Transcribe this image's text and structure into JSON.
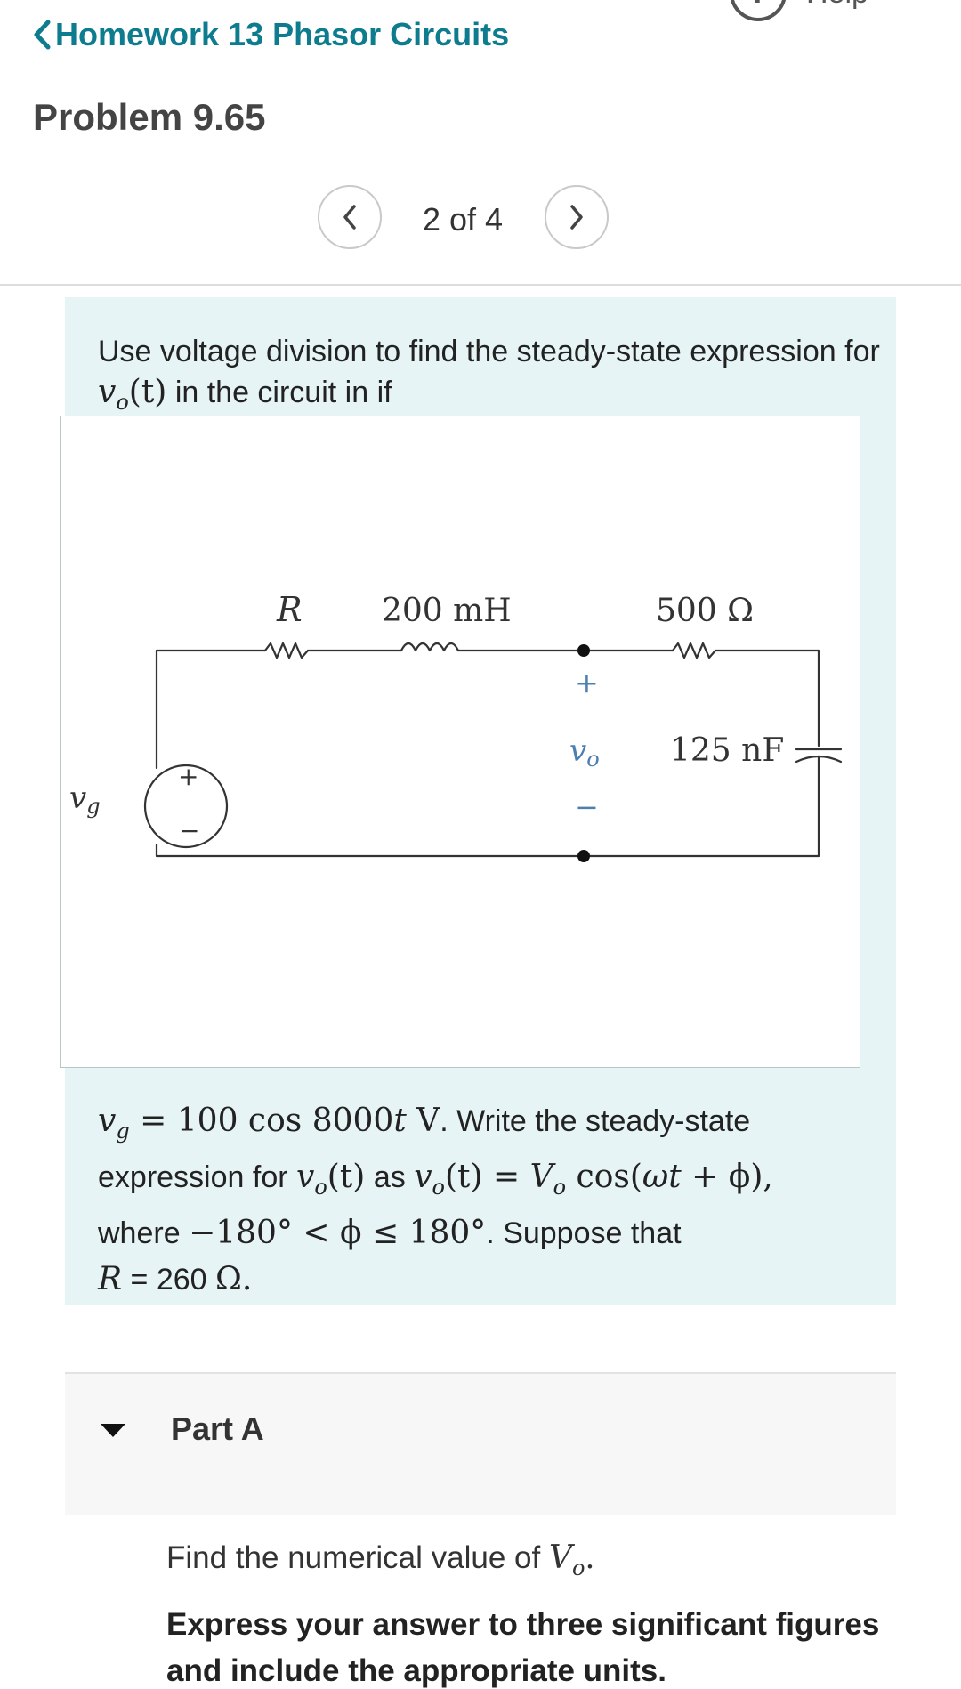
{
  "header": {
    "back_label": "Homework 13 Phasor Circuits",
    "help_label": "Help",
    "problem_title": "Problem 9.65"
  },
  "pager": {
    "position": "2 of 4"
  },
  "problem": {
    "intro_text": "Use voltage division to find the steady-state expression for",
    "intro_var": "v",
    "intro_sub": "o",
    "intro_arg": "(t)",
    "intro_tail": "in the circuit in if",
    "circuit": {
      "label_R": "R",
      "label_L": "200 mH",
      "label_R2": "500 Ω",
      "label_C": "125 nF",
      "label_vg": "v",
      "label_vg_sub": "g",
      "label_vo": "v",
      "label_vo_sub": "o",
      "plus": "+",
      "minus": "−"
    },
    "vg_expr": "= 100 cos 8000",
    "vg_expr_t": "t",
    "vg_unit": "V",
    "desc_1": ". Write the steady-state",
    "desc_2": "expression for",
    "desc_3": "as",
    "desc_eq": "=",
    "desc_Vo": "V",
    "desc_cos": "cos(",
    "desc_omega": "ωt",
    "desc_plus_phi": "+ ϕ),",
    "desc_where": "where",
    "desc_range": "−180° < ϕ ≤ 180°",
    "desc_suppose": ". Suppose that",
    "desc_R": "R",
    "desc_R_val": " = 260 ",
    "desc_ohm": "Ω."
  },
  "partA": {
    "label": "Part A",
    "question_text": "Find the numerical value of",
    "question_var": "V",
    "question_sub": "o",
    "instruction": "Express your answer to three significant figures",
    "instruction_cont": "and include the appropriate units."
  },
  "colors": {
    "link": "#0e7c8f",
    "panel_bg": "#e6f4f5",
    "part_bg": "#f7f7f7"
  }
}
